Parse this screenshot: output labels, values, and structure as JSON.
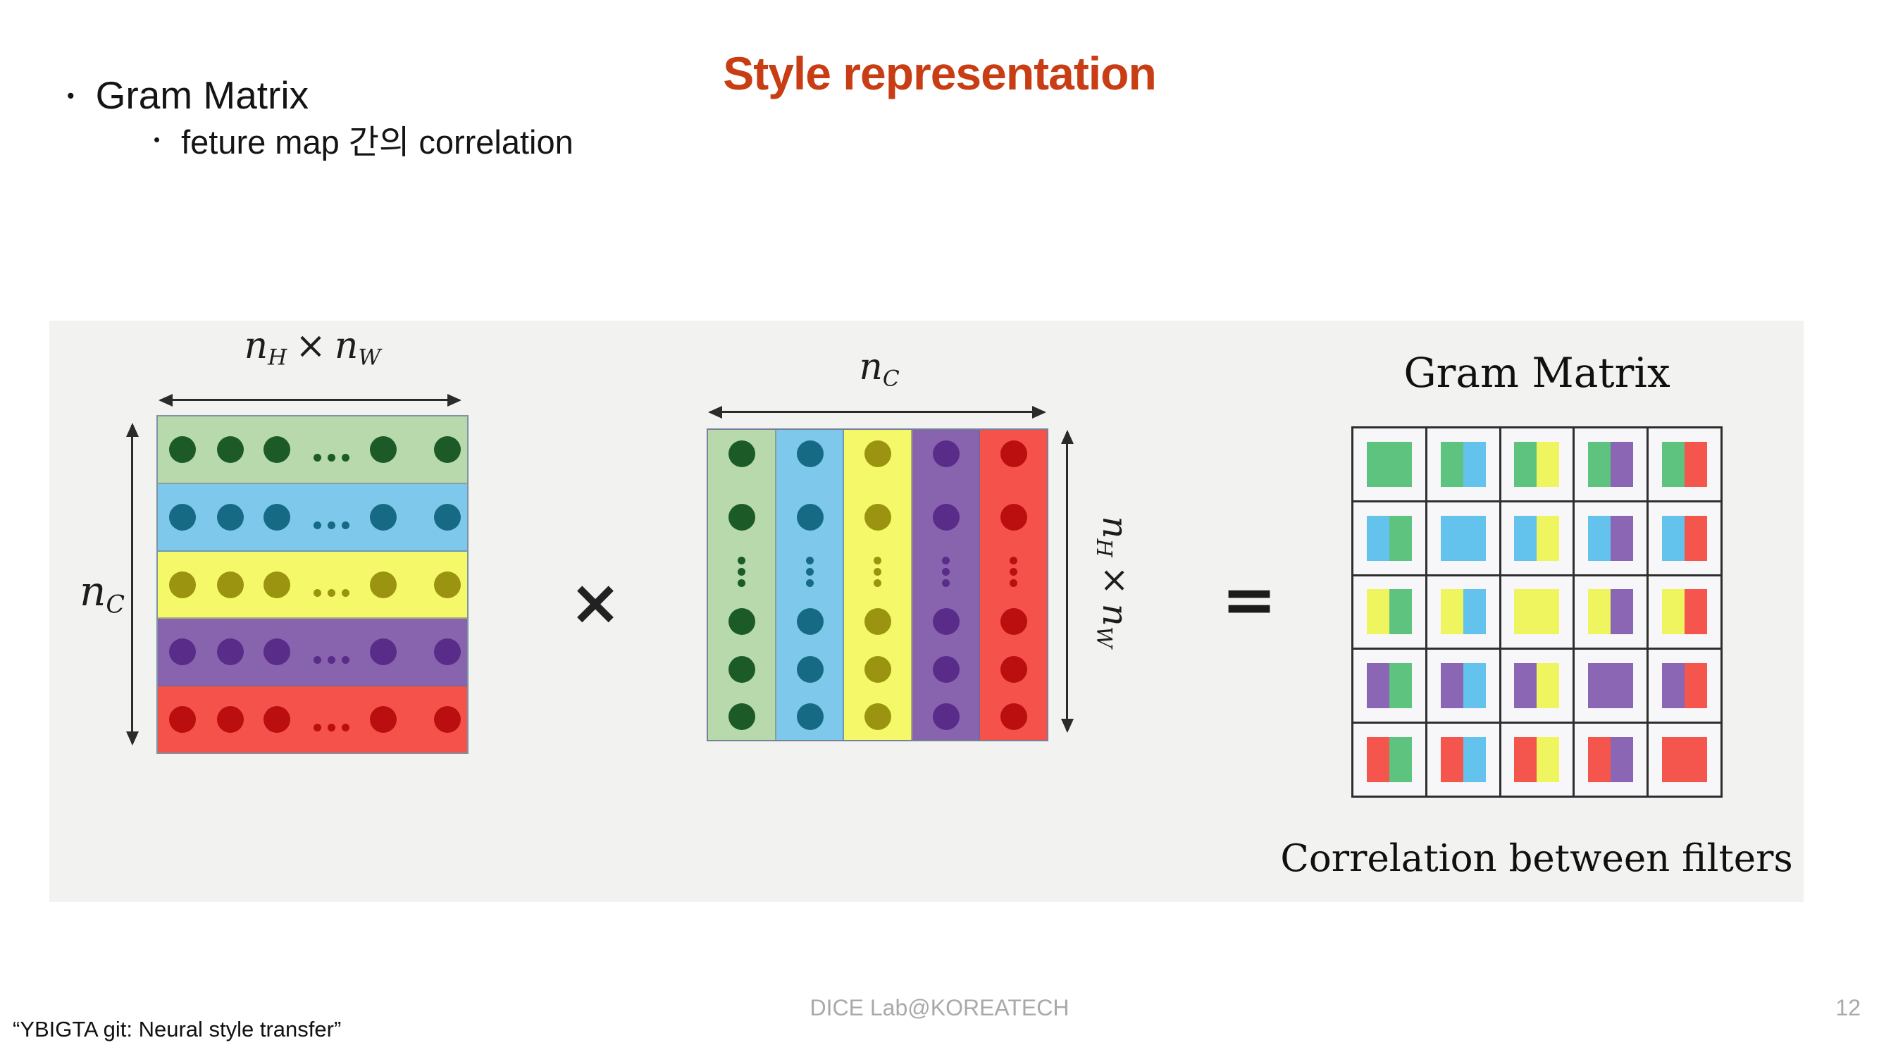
{
  "slide": {
    "title": "Style representation",
    "accent_color": "#c83d14",
    "bullet_glyph": "•",
    "bullets": [
      "Gram Matrix",
      "feture map 간의 correlation"
    ],
    "footer": {
      "citation": "“YBIGTA git: Neural style transfer”",
      "lab": "DICE Lab@KOREATECH",
      "page_number": "12"
    }
  },
  "math": {
    "n": "n",
    "sub_h": "H",
    "sub_w": "W",
    "sub_c": "C",
    "times": "×"
  },
  "operators": {
    "multiply": "×",
    "equals": "="
  },
  "gram": {
    "title": "Gram Matrix",
    "caption": "Correlation between filters",
    "size": 5,
    "rule": "cell(i,j): left half = filter i color, right half = filter j color; diagonal solid"
  },
  "palette": [
    {
      "name": "green",
      "strip_bg": "#b7d9ab",
      "dot": "#1c5b28",
      "gram": "#5fc380"
    },
    {
      "name": "blue",
      "strip_bg": "#7ec8ec",
      "dot": "#176a84",
      "gram": "#63c3ec"
    },
    {
      "name": "yellow",
      "strip_bg": "#f5f868",
      "dot": "#9a9410",
      "gram": "#eff55e"
    },
    {
      "name": "purple",
      "strip_bg": "#8863ae",
      "dot": "#582c88",
      "gram": "#8a66b5"
    },
    {
      "name": "red",
      "strip_bg": "#f4524a",
      "dot": "#bb0f0f",
      "gram": "#f4564e"
    }
  ]
}
